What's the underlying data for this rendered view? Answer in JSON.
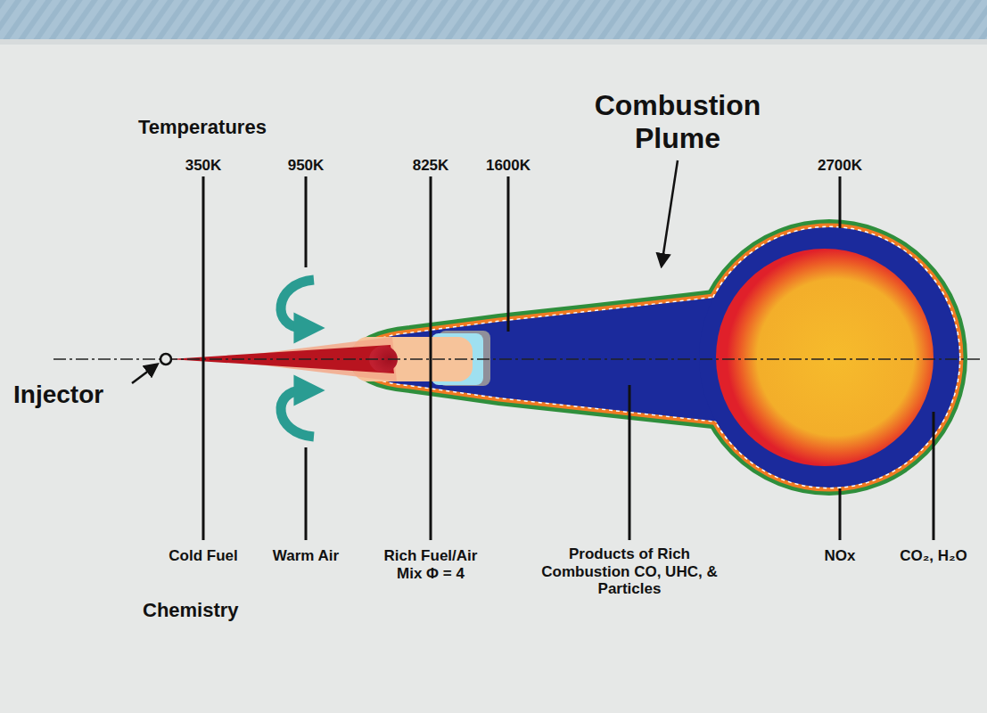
{
  "diagram": {
    "labels": [
      "Temperatures",
      "Combustion Plume",
      "350K",
      "950K",
      "825K",
      "1600K",
      "2700K",
      "Injector",
      "Cold Fuel",
      "Warm Air",
      "Rich Fuel/Air Mix Φ = 4",
      "Products of Rich Combustion CO, UHC, & Particles",
      "NOx",
      "CO₂, H₂O",
      "Chemistry"
    ]
  }
}
